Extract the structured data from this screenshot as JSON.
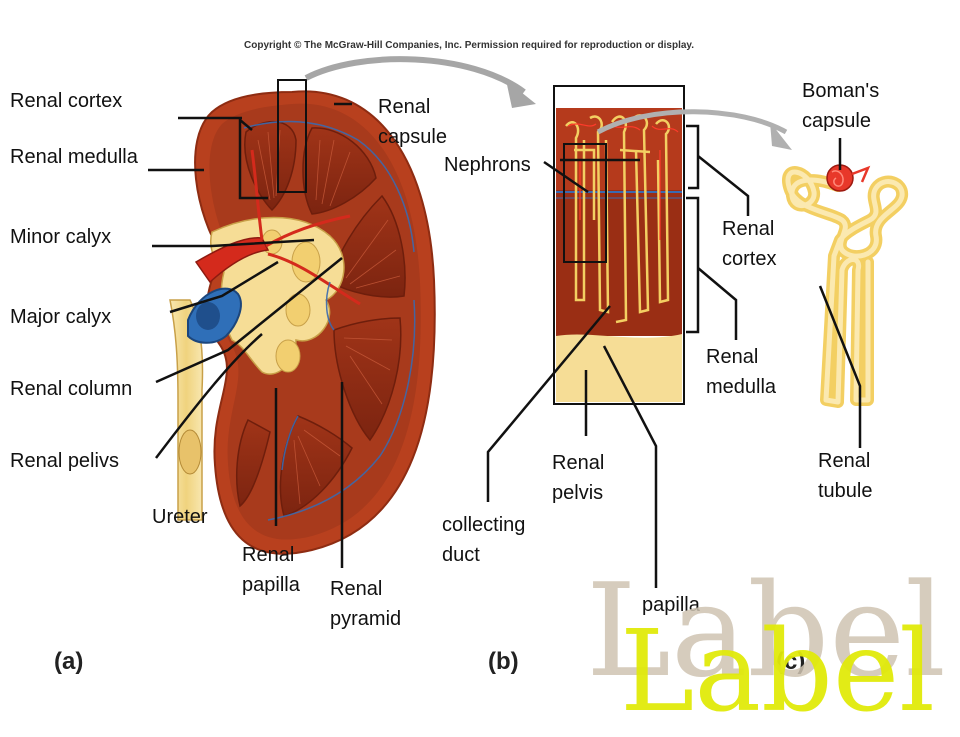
{
  "copyright": "Copyright © The McGraw-Hill Companies, Inc. Permission required for reproduction or display.",
  "labels": {
    "renal_cortex_a": "Renal cortex",
    "renal_medulla_a": "Renal medulla",
    "minor_calyx": "Minor calyx",
    "major_calyx": "Major calyx",
    "renal_column": "Renal column",
    "renal_pelvis_a": "Renal pelivs",
    "ureter": "Ureter",
    "renal_capsule": "Renal capsule",
    "renal_papilla": "Renal papilla",
    "renal_pyramid": "Renal pyramid",
    "nephrons": "Nephrons",
    "renal_cortex_b": "Renal cortex",
    "renal_medulla_b": "Renal medulla",
    "renal_pelvis_b": "Renal pelvis",
    "collecting_duct": "collecting duct",
    "papilla": "papilla",
    "bowmans_capsule": "Boman's capsule",
    "renal_tubule": "Renal tubule"
  },
  "panels": {
    "a": "(a)",
    "b": "(b)",
    "c": "(c)"
  },
  "watermark": {
    "back": "Label",
    "front": "Label"
  },
  "colors": {
    "kidney_outer": "#b8401e",
    "cortex": "#a83a1c",
    "medulla": "#8c2a14",
    "pelvis": "#f6dd96",
    "ureter": "#f5dea0",
    "vein": "#2f6fb8",
    "artery": "#d42a1c",
    "tubule": "#f3cf62",
    "watermark_back": "#cfc4b2",
    "watermark_front": "#e1ea0a"
  }
}
